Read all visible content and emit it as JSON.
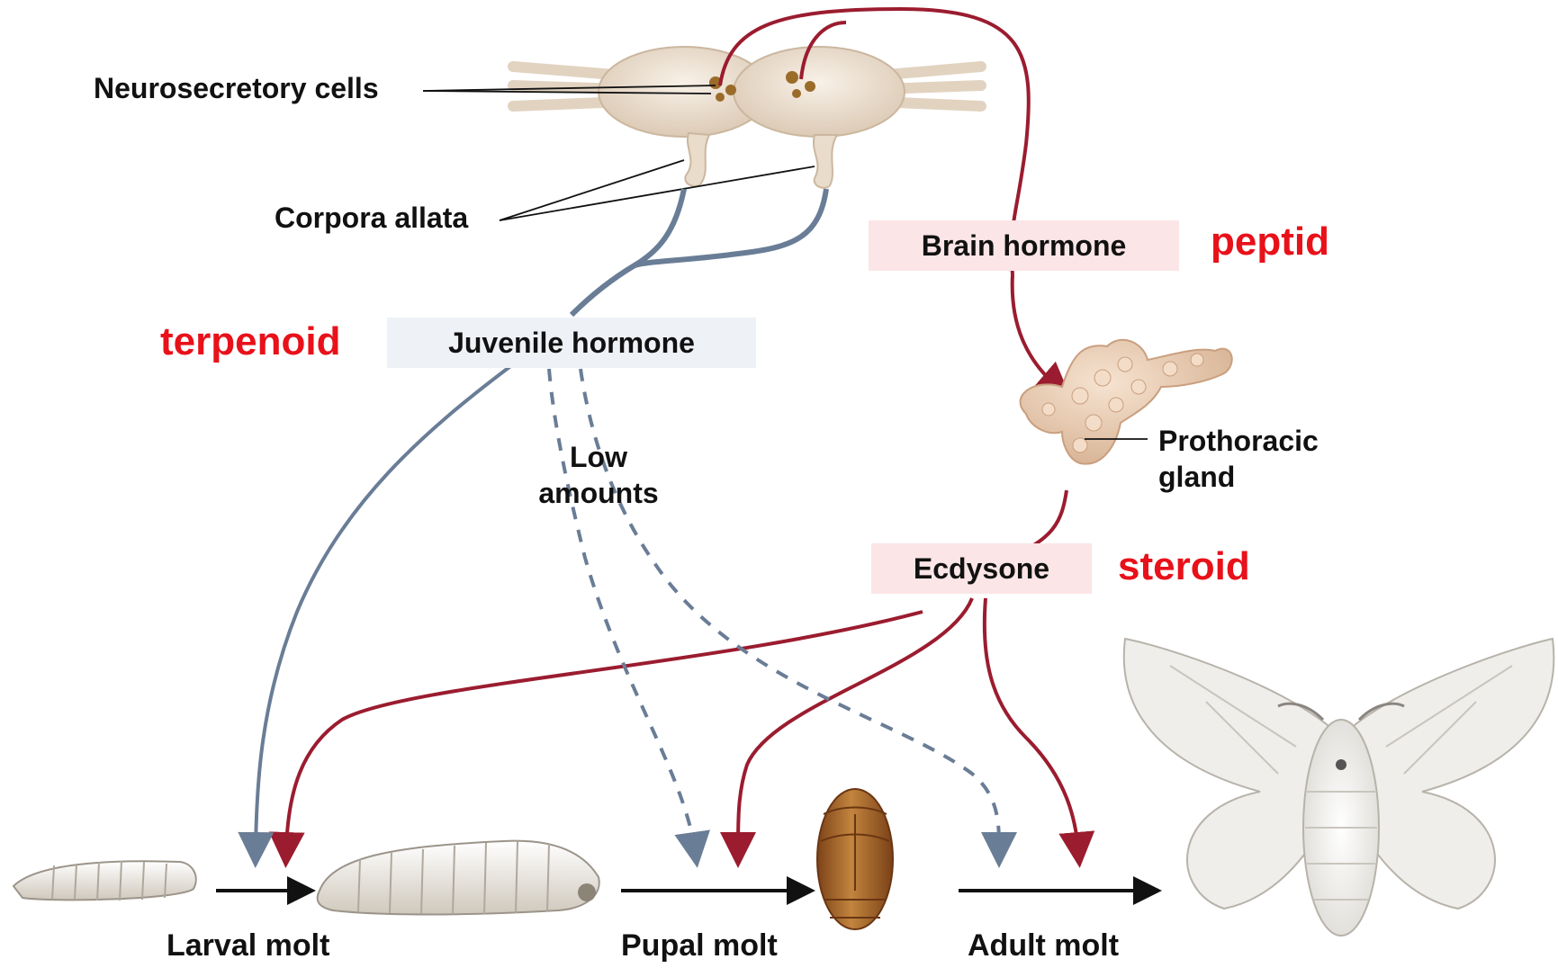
{
  "labels": {
    "neurosecretory_cells": "Neurosecretory cells",
    "corpora_allata": "Corpora allata",
    "brain_hormone": "Brain hormone",
    "juvenile_hormone": "Juvenile hormone",
    "prothoracic_gland_line1": "Prothoracic",
    "prothoracic_gland_line2": "gland",
    "low_amounts_line1": "Low",
    "low_amounts_line2": "amounts",
    "ecdysone": "Ecdysone",
    "larval_molt": "Larval molt",
    "pupal_molt": "Pupal molt",
    "adult_molt": "Adult molt"
  },
  "annotations": {
    "peptid": "peptid",
    "terpenoid": "terpenoid",
    "steroid": "steroid"
  },
  "colors": {
    "annotation_red": "#e8111a",
    "brain_pathway": "#9b1c2f",
    "juvenile_pathway": "#6a7d96",
    "brain_hormone_box": "#fbe5e6",
    "juvenile_box": "#eef1f5",
    "ecdysone_box": "#fbe5e6",
    "brain_tissue": "#efe3d4",
    "gland_tissue": "#e9cdb5",
    "pupa": "#a8652a",
    "larva": "#eeeae3",
    "moth": "#f2f0ec"
  }
}
